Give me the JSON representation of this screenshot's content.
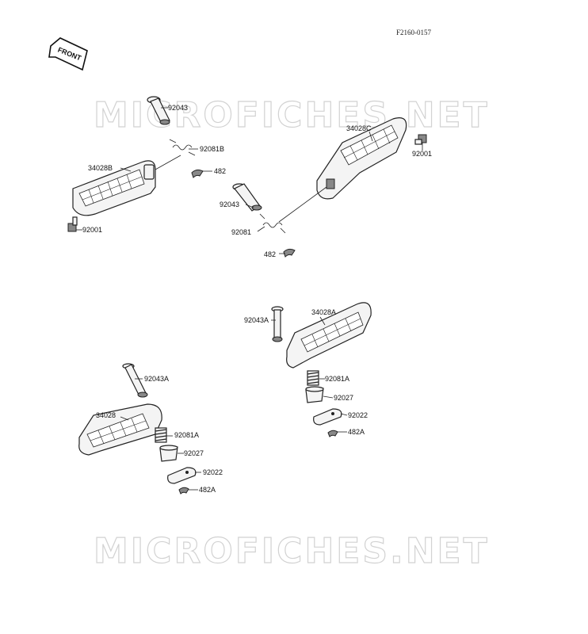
{
  "diagram_code": "F2160-0157",
  "front_label": "FRONT",
  "watermark_top": "MICROFICHES.NET",
  "watermark_bottom": "MICROFICHES.NET",
  "parts": {
    "tl_92043": "92043",
    "tl_92081b": "92081B",
    "tl_482": "482",
    "tl_34028b": "34028B",
    "tl_92001": "92001",
    "tr_34028c": "34028C",
    "tr_92001": "92001",
    "tr_92043": "92043",
    "tr_92081": "92081",
    "tr_482": "482",
    "br_92043a": "92043A",
    "br_34028a": "34028A",
    "br_92081a": "92081A",
    "br_92027": "92027",
    "br_92022": "92022",
    "br_482a": "482A",
    "bl_92043a": "92043A",
    "bl_34028": "34028",
    "bl_92081a": "92081A",
    "bl_92027": "92027",
    "bl_92022": "92022",
    "bl_482a": "482A"
  }
}
